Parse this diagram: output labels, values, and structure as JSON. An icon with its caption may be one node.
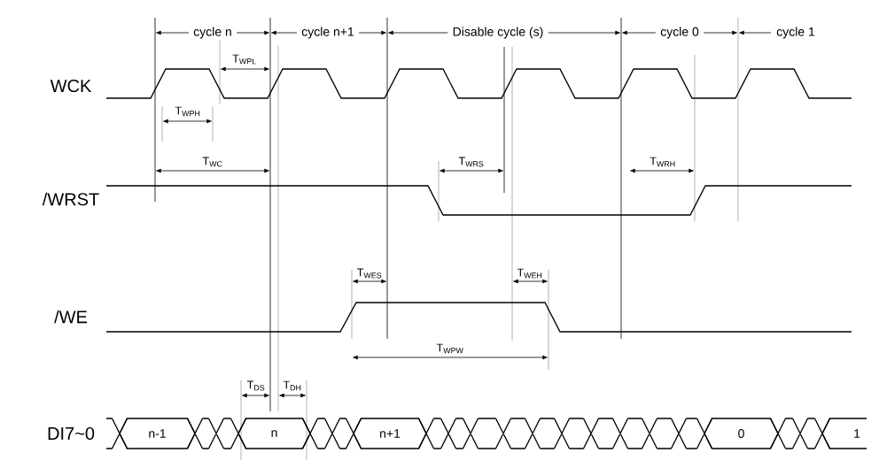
{
  "diagram": {
    "nodes": [
      {
        "text": [
          "n-1"
        ]
      },
      {
        "text": [
          "n"
        ]
      },
      {
        "text": [
          "n+1"
        ]
      },
      {
        "text": [
          "0"
        ]
      },
      {
        "text": [
          "1"
        ]
      }
    ],
    "labels": [
      "WCK",
      "/WRST",
      "/WE",
      "DI7~0",
      "cycle n",
      "cycle n+1",
      "Disable cycle (s)",
      "cycle 0",
      "cycle 1",
      "T$_{WPL}$",
      "T$_{WPH}$",
      "T$_{WC}$",
      "T$_{WRS}$",
      "T$_{WRH}$",
      "T$_{WES}$",
      "T$_{WEH}$",
      "T$_{WPW}$",
      "T$_{DS}$",
      "T$_{DH}$"
    ]
  }
}
